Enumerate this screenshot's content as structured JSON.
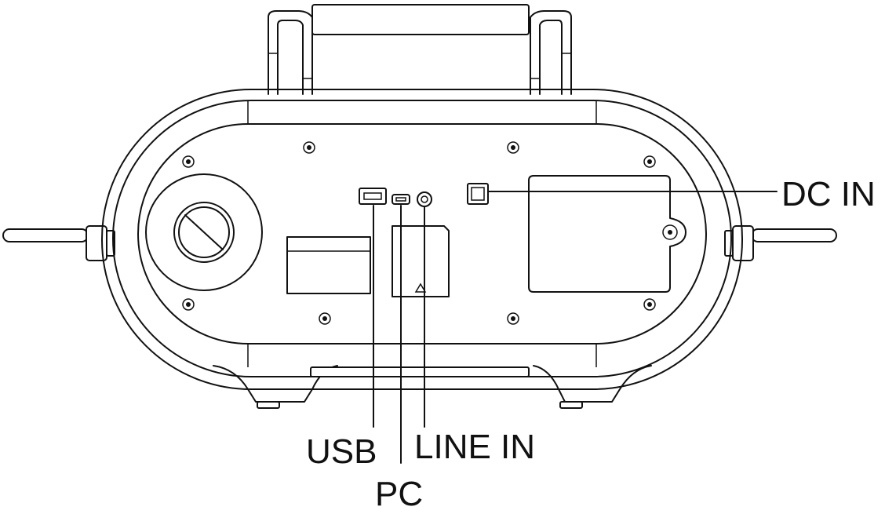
{
  "labels": {
    "dc_in": "DC IN",
    "usb": "USB",
    "line_in": "LINE IN",
    "pc": "PC"
  },
  "colors": {
    "stroke": "#111111",
    "background": "#ffffff"
  }
}
